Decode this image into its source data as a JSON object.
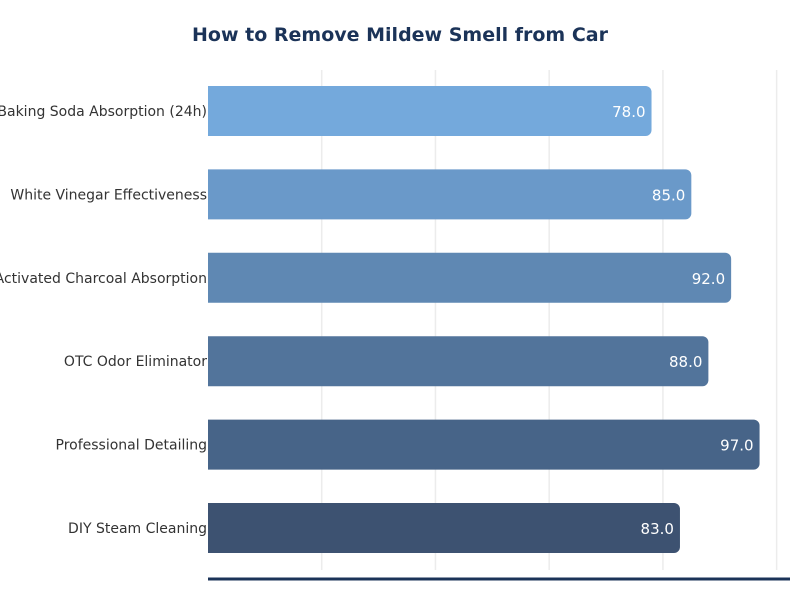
{
  "chart_data": {
    "type": "bar",
    "orientation": "horizontal",
    "title": "How to Remove Mildew Smell from Car",
    "xlabel": "",
    "ylabel": "",
    "categories": [
      "Baking Soda Absorption (24h)",
      "White Vinegar Effectiveness",
      "Activated Charcoal Absorption",
      "OTC Odor Eliminator",
      "Professional Detailing",
      "DIY Steam Cleaning"
    ],
    "values": [
      78.0,
      85.0,
      92.0,
      88.0,
      97.0,
      83.0
    ],
    "value_labels": [
      "78.0",
      "85.0",
      "92.0",
      "88.0",
      "97.0",
      "83.0"
    ],
    "xlim": [
      0,
      102
    ],
    "xticks": [
      20,
      40,
      60,
      80,
      100
    ],
    "grid": true,
    "colors": [
      "#74a9dc",
      "#6a99c9",
      "#5f88b3",
      "#52749b",
      "#476488",
      "#3d5271"
    ],
    "title_color": "#1b3358",
    "axis_color": "#1b3358"
  }
}
